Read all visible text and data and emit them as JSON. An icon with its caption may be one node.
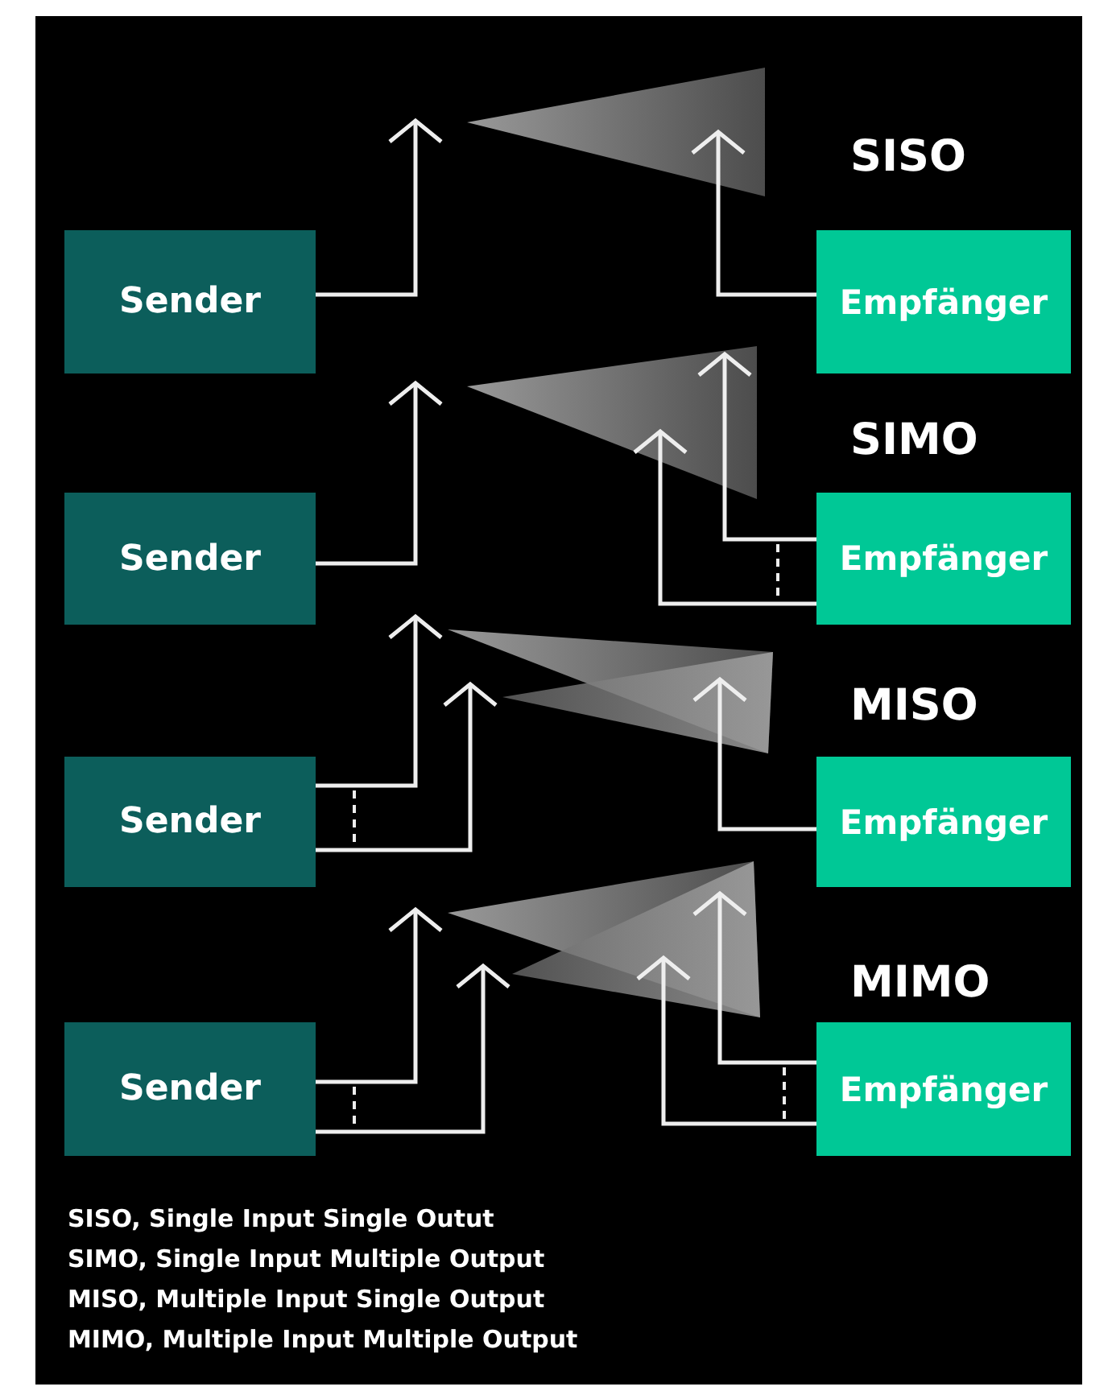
{
  "diagram": {
    "nodes": [
      {
        "text": [
          "Sender"
        ]
      },
      {
        "text": [
          "Empfänger"
        ]
      },
      {
        "text": [
          "Sender"
        ]
      },
      {
        "text": [
          "Empfänger"
        ]
      },
      {
        "text": [
          "Sender"
        ]
      },
      {
        "text": [
          "Empfänger"
        ]
      },
      {
        "text": [
          "Sender"
        ]
      },
      {
        "text": [
          "Empfänger"
        ]
      }
    ],
    "edges": [
      {
        "from": 0,
        "to": null,
        "arrow": "to"
      },
      {
        "from": 1,
        "to": null,
        "arrow": "to"
      },
      {
        "from": 2,
        "to": null,
        "arrow": "to"
      },
      {
        "from": 3,
        "to": null,
        "arrow": "to"
      },
      {
        "from": 3,
        "to": null,
        "arrow": "to"
      },
      {
        "from": 4,
        "to": null,
        "arrow": "to"
      },
      {
        "from": 4,
        "to": null,
        "arrow": "to"
      },
      {
        "from": 5,
        "to": null,
        "arrow": "to"
      },
      {
        "from": 6,
        "to": null,
        "arrow": "to"
      },
      {
        "from": 6,
        "to": null,
        "arrow": "to"
      },
      {
        "from": 7,
        "to": null,
        "arrow": "to"
      },
      {
        "from": 7,
        "to": null,
        "arrow": "to"
      }
    ],
    "labels": [
      "SISO",
      "SIMO",
      "MISO",
      "MIMO",
      "SISO, Single Input Single Outut",
      "SIMO, Single Input Multiple Output",
      "MISO, Multiple Input Single Output",
      "MIMO, Multiple Input Multiple Output"
    ]
  }
}
